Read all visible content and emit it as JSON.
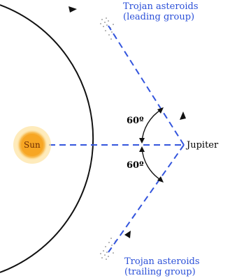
{
  "labels": {
    "leading_line1": "Trojan asteroids",
    "leading_line2": "(leading group)",
    "trailing_line1": "Trojan asteroids",
    "trailing_line2": "(trailing group)",
    "jupiter": "Jupiter",
    "sun": "Sun",
    "angle_upper": "60º",
    "angle_lower": "60º"
  },
  "colors": {
    "orbit": "#111111",
    "dashed_lines": "#3355dd",
    "label_text": "#2a4fd8",
    "sun_core": "#f6a21e",
    "sun_glow": "#fde3a0"
  }
}
